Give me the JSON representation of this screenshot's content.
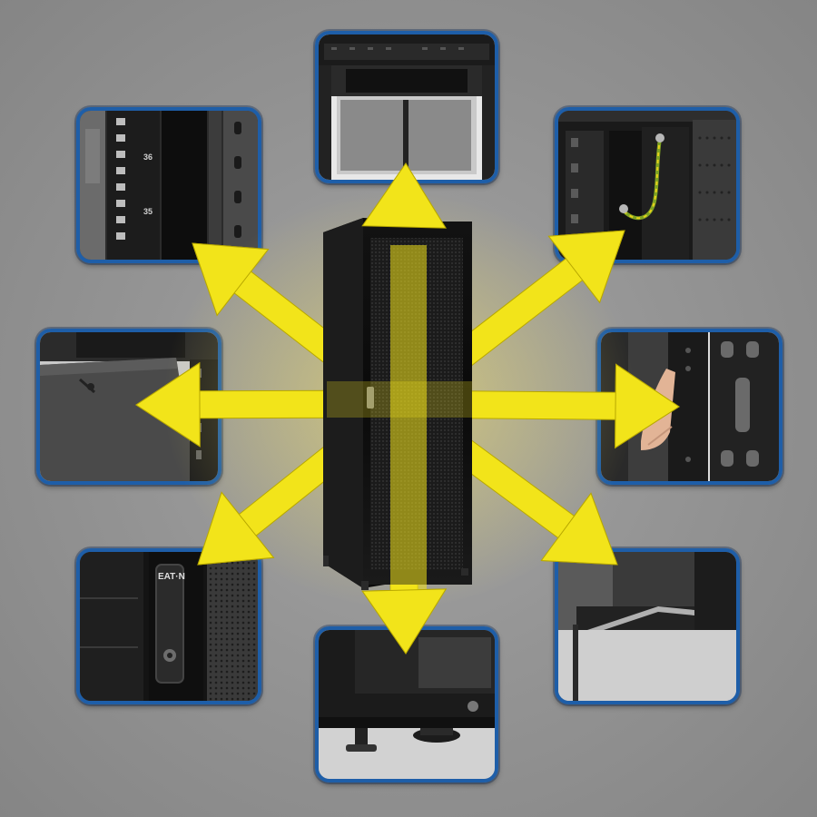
{
  "image": {
    "subject": "",
    "colors": {
      "background": "#8f8f8f",
      "panel_border": "#1e5ea8",
      "arrow_fill": "#f2e41a",
      "cabinet": "#151515"
    }
  },
  "detail_panels": [
    {
      "id": "top-roof-cutouts",
      "icon": "roof-cutout-icon"
    },
    {
      "id": "rail-unit-markings",
      "icon": "rail-icon",
      "labels": [
        "36",
        "35"
      ]
    },
    {
      "id": "ground-wire",
      "icon": "ground-wire-icon"
    },
    {
      "id": "side-panel",
      "icon": "side-panel-icon"
    },
    {
      "id": "pdu-mounting",
      "icon": "pdu-icon"
    },
    {
      "id": "door-lock-handle",
      "icon": "lock-handle-icon",
      "brand_text": "EAT·N"
    },
    {
      "id": "bottom-cable-access",
      "icon": "cable-access-icon"
    },
    {
      "id": "leveling-feet-casters",
      "icon": "caster-icon"
    }
  ]
}
